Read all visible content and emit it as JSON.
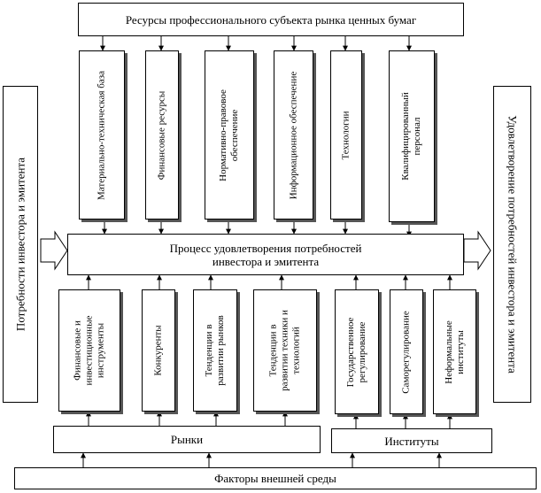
{
  "resources": {
    "title": "Ресурсы профессионального субъекта рынка ценных бумаг",
    "items": [
      "Материально-техническая база",
      "Финансовые ресурсы",
      "Нормативно-правовое\nобеспечение",
      "Информационное обеспечение",
      "Технологии",
      "Квалифицированный\nперсонал"
    ]
  },
  "left_side": "Потребности инвестора и эмитента",
  "right_side": "Удовлетворение потребностей инвестора и эмитента",
  "process": "Процесс удовлетворения потребностей\nинвестора и эмитента",
  "factors": [
    "Финансовые и\nинвестиционные\nинструменты",
    "Конкуренты",
    "Тенденции в\nразвитии рынков",
    "Тенденции в\nразвитии техники и\nтехнологий",
    "Государственное\nрегулирование",
    "Саморегулирование",
    "Неформальные\nинституты"
  ],
  "markets": "Рынки",
  "institutions": "Институты",
  "environment": "Факторы внешней среды"
}
